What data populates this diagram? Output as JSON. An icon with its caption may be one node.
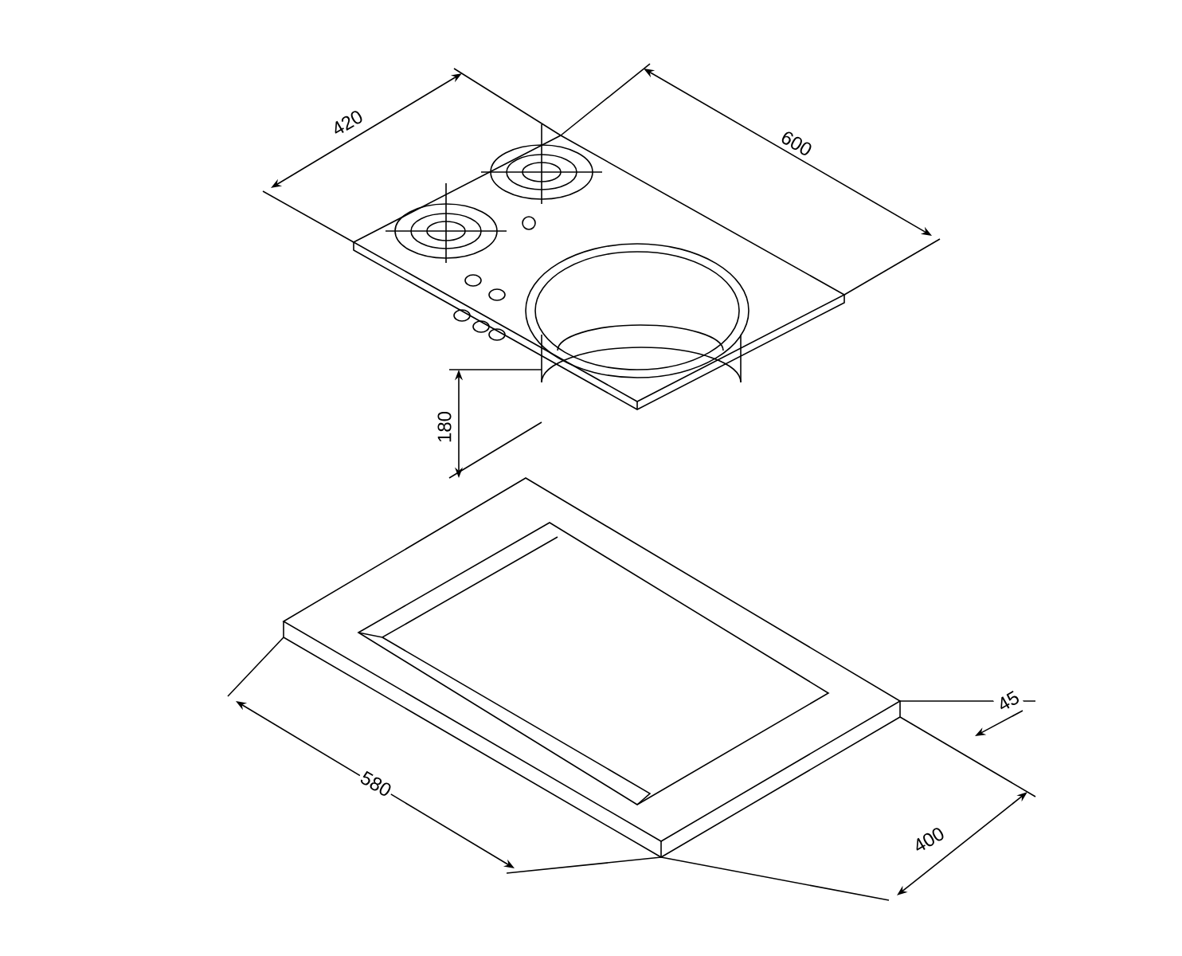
{
  "diagram": {
    "labels": [
      "420",
      "600",
      "180",
      "580",
      "45",
      "400"
    ]
  }
}
